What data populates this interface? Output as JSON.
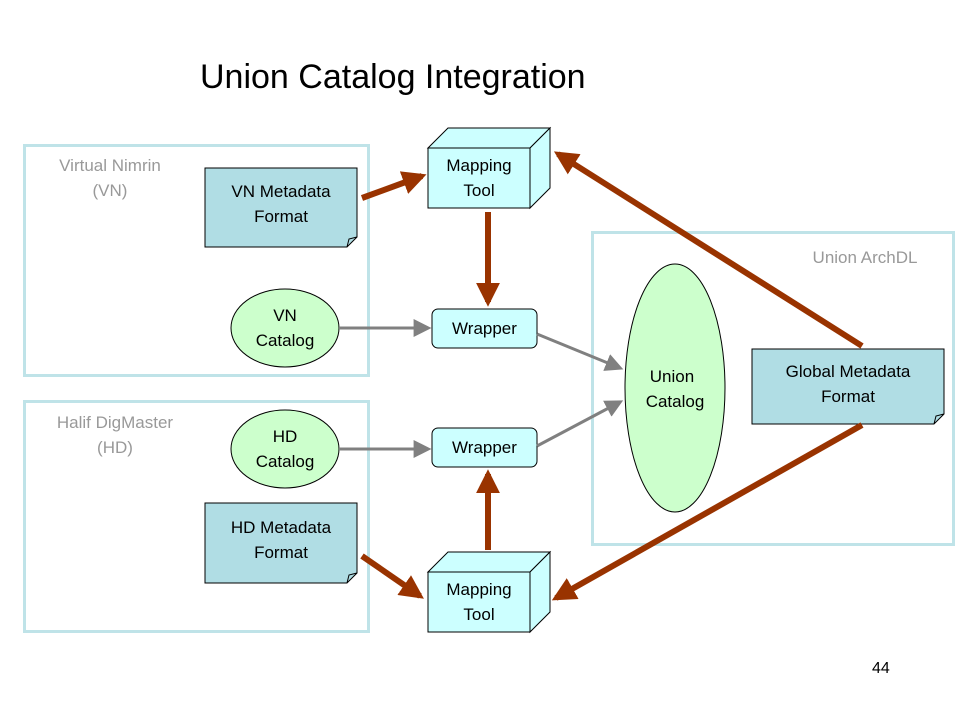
{
  "title": "Union Catalog Integration",
  "page_number": "44",
  "regions": {
    "vn": {
      "line1": "Virtual Nimrin",
      "line2": "(VN)"
    },
    "hd": {
      "line1": "Halif DigMaster",
      "line2": "(HD)"
    },
    "union": {
      "label": "Union ArchDL"
    }
  },
  "nodes": {
    "vn_metadata": {
      "line1": "VN Metadata",
      "line2": "Format"
    },
    "vn_catalog": {
      "line1": "VN",
      "line2": "Catalog"
    },
    "hd_catalog": {
      "line1": "HD",
      "line2": "Catalog"
    },
    "hd_metadata": {
      "line1": "HD Metadata",
      "line2": "Format"
    },
    "mapping_tool_top": {
      "line1": "Mapping",
      "line2": "Tool"
    },
    "mapping_tool_bottom": {
      "line1": "Mapping",
      "line2": "Tool"
    },
    "wrapper_top": {
      "label": "Wrapper"
    },
    "wrapper_bottom": {
      "label": "Wrapper"
    },
    "union_catalog": {
      "line1": "Union",
      "line2": "Catalog"
    },
    "global_metadata": {
      "line1": "Global Metadata",
      "line2": "Format"
    }
  },
  "colors": {
    "region_border": "#bfe3e8",
    "document_fill": "#b0dde4",
    "oval_fill": "#ccffcc",
    "cube_fill": "#ccffff",
    "arrow_dark": "#993300",
    "arrow_gray": "#808080"
  }
}
